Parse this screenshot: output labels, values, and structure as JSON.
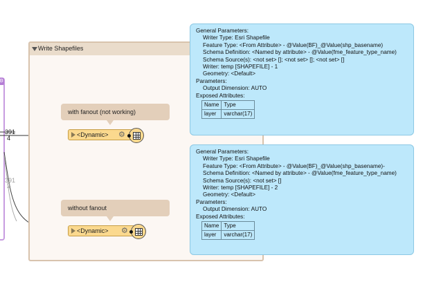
{
  "bookmark": {
    "title": "Write Shapefiles"
  },
  "notes": {
    "top": "with fanout (not working)",
    "bottom": "without fanout"
  },
  "writers": {
    "top": {
      "label": "<Dynamic>"
    },
    "bottom": {
      "label": "<Dynamic>"
    }
  },
  "connections": {
    "top": {
      "count_top": "391",
      "count_bottom": "4"
    },
    "bottom": {
      "count_top": "391",
      "count_bottom": "2"
    }
  },
  "info_top": {
    "general_header": "General Parameters:",
    "writer_type": "Writer Type: Esri Shapefile",
    "feature_type": "Feature Type: <From Attribute> - @Value(BF)_@Value(shp_basename)",
    "schema_definition": "Schema Definition: <Named by attribute> - @Value(fme_feature_type_name)",
    "schema_sources": "Schema Source(s): <not set> []; <not set> []; <not set> []",
    "writer": "Writer: temp [SHAPEFILE] - 1",
    "geometry": "Geometry: <Default>",
    "parameters_header": "Parameters:",
    "output_dimension": "Output Dimension: AUTO",
    "exposed_header": "Exposed Attributes:",
    "table_headers": [
      "Name",
      "Type"
    ],
    "table_rows": [
      [
        "layer",
        "varchar(17)"
      ]
    ]
  },
  "info_bottom": {
    "general_header": "General Parameters:",
    "writer_type": "Writer Type: Esri Shapefile",
    "feature_type": "Feature Type: <From Attribute> - @Value(BF)_@Value(shp_basename)-",
    "schema_definition": "Schema Definition: <Named by attribute> - @Value(fme_feature_type_name)",
    "schema_sources": "Schema Source(s): <not set> []",
    "writer": "Writer: temp [SHAPEFILE] - 2",
    "geometry": "Geometry: <Default>",
    "parameters_header": "Parameters:",
    "output_dimension": "Output Dimension: AUTO",
    "exposed_header": "Exposed Attributes:",
    "table_headers": [
      "Name",
      "Type"
    ],
    "table_rows": [
      [
        "layer",
        "varchar(17)"
      ]
    ]
  },
  "colors": {
    "bookmark_bg": "#fcf7f3",
    "bookmark_border": "#d8c3ad",
    "note_bg": "#e3cfba",
    "writer_bg": "#fbd98e",
    "info_bg": "#bde8fb",
    "left_node_border": "#c79be0"
  }
}
